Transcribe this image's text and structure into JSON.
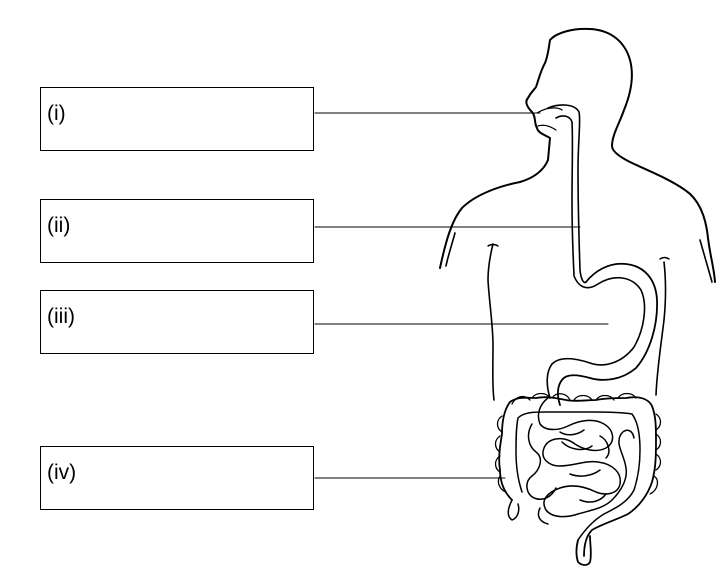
{
  "labels": [
    {
      "id": "i",
      "text": "(i)"
    },
    {
      "id": "ii",
      "text": "(ii)"
    },
    {
      "id": "iii",
      "text": "(iii)"
    },
    {
      "id": "iv",
      "text": "(iv)"
    }
  ],
  "colors": {
    "stroke": "#000000",
    "background": "#ffffff"
  }
}
